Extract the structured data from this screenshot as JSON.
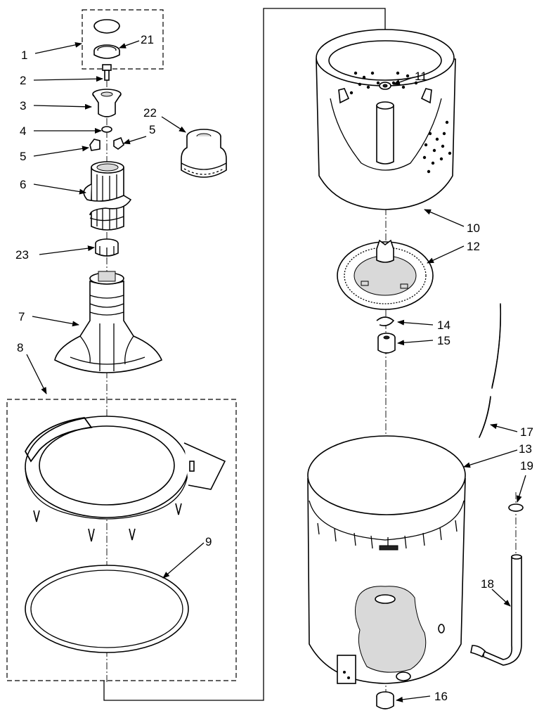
{
  "labels": [
    {
      "id": "1",
      "text": "1"
    },
    {
      "id": "2",
      "text": "2"
    },
    {
      "id": "3",
      "text": "3"
    },
    {
      "id": "4",
      "text": "4"
    },
    {
      "id": "5a",
      "text": "5"
    },
    {
      "id": "5b",
      "text": "5"
    },
    {
      "id": "6",
      "text": "6"
    },
    {
      "id": "7",
      "text": "7"
    },
    {
      "id": "8",
      "text": "8"
    },
    {
      "id": "9",
      "text": "9"
    },
    {
      "id": "10",
      "text": "10"
    },
    {
      "id": "11",
      "text": "11"
    },
    {
      "id": "12",
      "text": "12"
    },
    {
      "id": "13",
      "text": "13"
    },
    {
      "id": "14",
      "text": "14"
    },
    {
      "id": "15",
      "text": "15"
    },
    {
      "id": "16",
      "text": "16"
    },
    {
      "id": "17",
      "text": "17"
    },
    {
      "id": "18",
      "text": "18"
    },
    {
      "id": "19",
      "text": "19"
    },
    {
      "id": "21",
      "text": "21"
    },
    {
      "id": "22",
      "text": "22"
    },
    {
      "id": "23",
      "text": "23"
    }
  ]
}
